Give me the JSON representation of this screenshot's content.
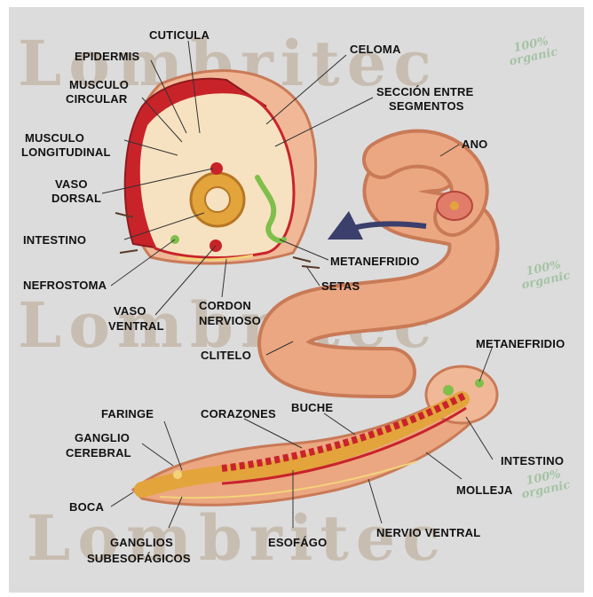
{
  "watermark": {
    "brand": "Lombritec",
    "badge_pct": "100%",
    "badge_word": "organic"
  },
  "labels": {
    "cuticula": "CUTICULA",
    "epidermis": "EPIDERMIS",
    "musculo_circular_1": "MUSCULO",
    "musculo_circular_2": "CIRCULAR",
    "musculo_longitudinal_1": "MUSCULO",
    "musculo_longitudinal_2": "LONGITUDINAL",
    "vaso_dorsal_1": "VASO",
    "vaso_dorsal_2": "DORSAL",
    "intestino_cross": "INTESTINO",
    "nefrostoma": "NEFROSTOMA",
    "vaso_ventral_1": "VASO",
    "vaso_ventral_2": "VENTRAL",
    "cordon_nervioso_1": "CORDON",
    "cordon_nervioso_2": "NERVIOSO",
    "celoma": "CELOMA",
    "seccion_1": "SECCIÓN ENTRE",
    "seccion_2": "SEGMENTOS",
    "ano": "ANO",
    "metanefridio_cross": "METANEFRIDIO",
    "setas": "SETAS",
    "clitelo": "CLITELO",
    "metanefridio_body": "METANEFRIDIO",
    "faringe": "FARINGE",
    "corazones": "CORAZONES",
    "buche": "BUCHE",
    "ganglio_cerebral_1": "GANGLIO",
    "ganglio_cerebral_2": "CEREBRAL",
    "intestino_body": "INTESTINO",
    "molleja": "MOLLEJA",
    "boca": "BOCA",
    "nervio_ventral": "NERVIO VENTRAL",
    "ganglios_1": "GANGLIOS",
    "ganglios_2": "SUBESOFÁGICOS",
    "esofago": "ESOFÁGO"
  },
  "colors": {
    "background": "#dcdcdc",
    "worm_skin": "#eba781",
    "worm_shadow": "#c97a57",
    "muscle_red": "#c9232a",
    "intestine_yellow": "#e3a43c",
    "nephridium_green": "#7fbf4a",
    "arrow": "#3b3f6b"
  }
}
